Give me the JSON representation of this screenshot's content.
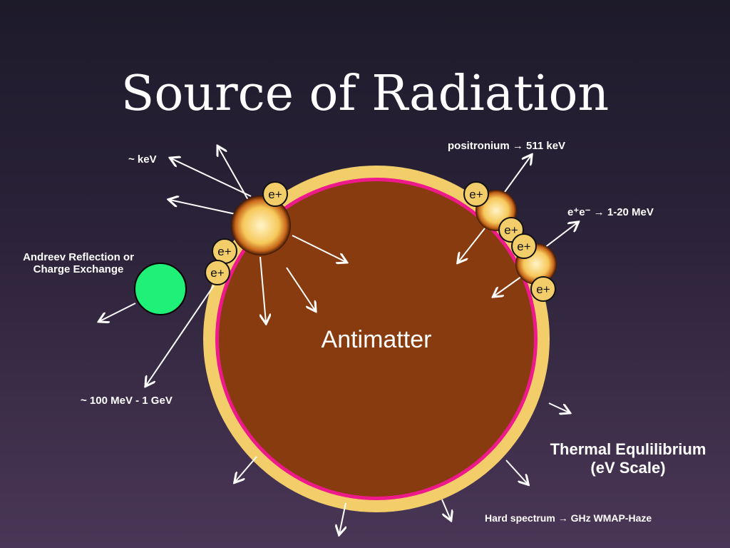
{
  "title": "Source of Radiation",
  "labels": {
    "kev": "~ keV",
    "positronium": "positronium → 511 keV",
    "ee": "e⁺e⁻ → 1-20 MeV",
    "andreev_line1": "Andreev Reflection or",
    "andreev_line2": "Charge Exchange",
    "hundred_mev": "~ 100 MeV - 1 GeV",
    "antimatter": "Antimatter",
    "thermal_line1": "Thermal Equlilibrium",
    "thermal_line2": "(eV Scale)",
    "hard": "Hard spectrum → GHz WMAP-Haze"
  },
  "positron_label": "e+",
  "colors": {
    "antimatter": "#873b0e",
    "ring": "#ee1a8c",
    "shell": "#f2cd6a",
    "green": "#1ef078"
  }
}
